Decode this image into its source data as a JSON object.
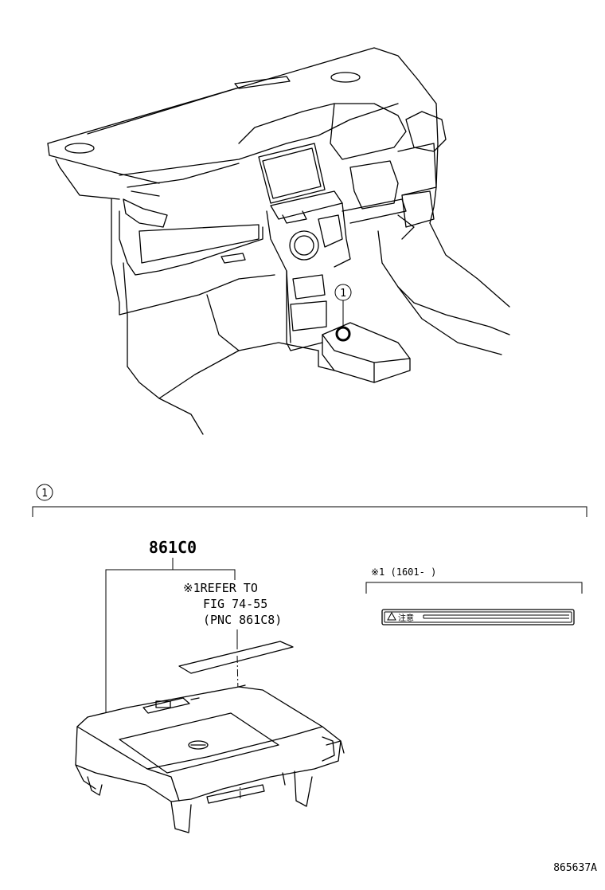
{
  "callouts": {
    "main_number": "1",
    "section_number": "1"
  },
  "part": {
    "number": "861C0",
    "refer_line1": "※1REFER TO",
    "refer_line2": "FIG 74-55",
    "refer_line3": "(PNC 861C8)"
  },
  "variant": {
    "label": "※1 (1601-      )",
    "label_text": "注意"
  },
  "figure_id": "865637A"
}
